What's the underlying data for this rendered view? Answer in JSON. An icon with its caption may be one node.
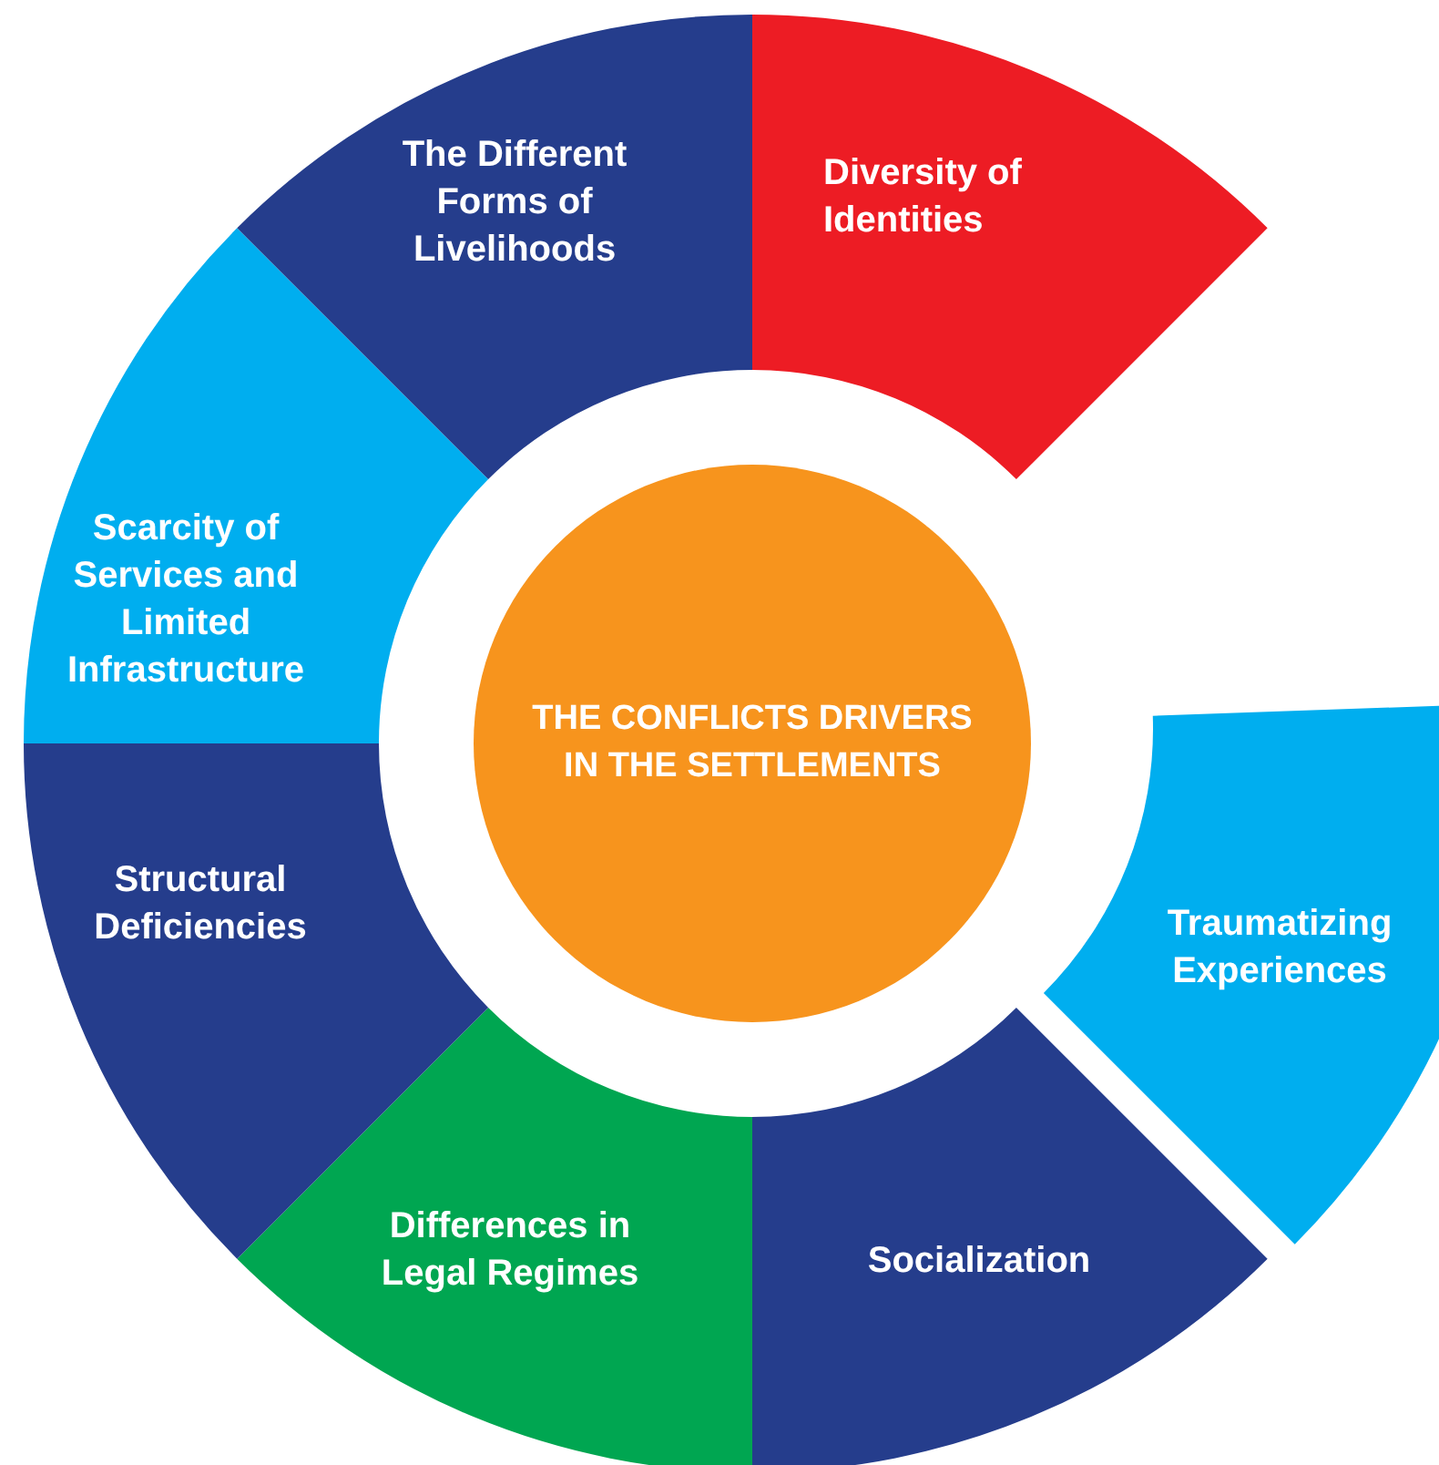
{
  "diagram": {
    "nodes": [
      {
        "text": [
          "THE CONFLICTS DRIVERS IN THE SETTLEMENTS"
        ]
      },
      {
        "text": [
          "Diversity of Identities"
        ]
      },
      {
        "text": [
          "Traumatizing Experiences"
        ]
      },
      {
        "text": [
          "Socialization"
        ]
      },
      {
        "text": [
          "Differences in Legal Regimes"
        ]
      },
      {
        "text": [
          "Structural Deficiencies"
        ]
      },
      {
        "text": [
          "Scarcity of Services and Limited Infrastructure"
        ]
      },
      {
        "text": [
          "The Different Forms of Livelihoods"
        ]
      }
    ]
  }
}
